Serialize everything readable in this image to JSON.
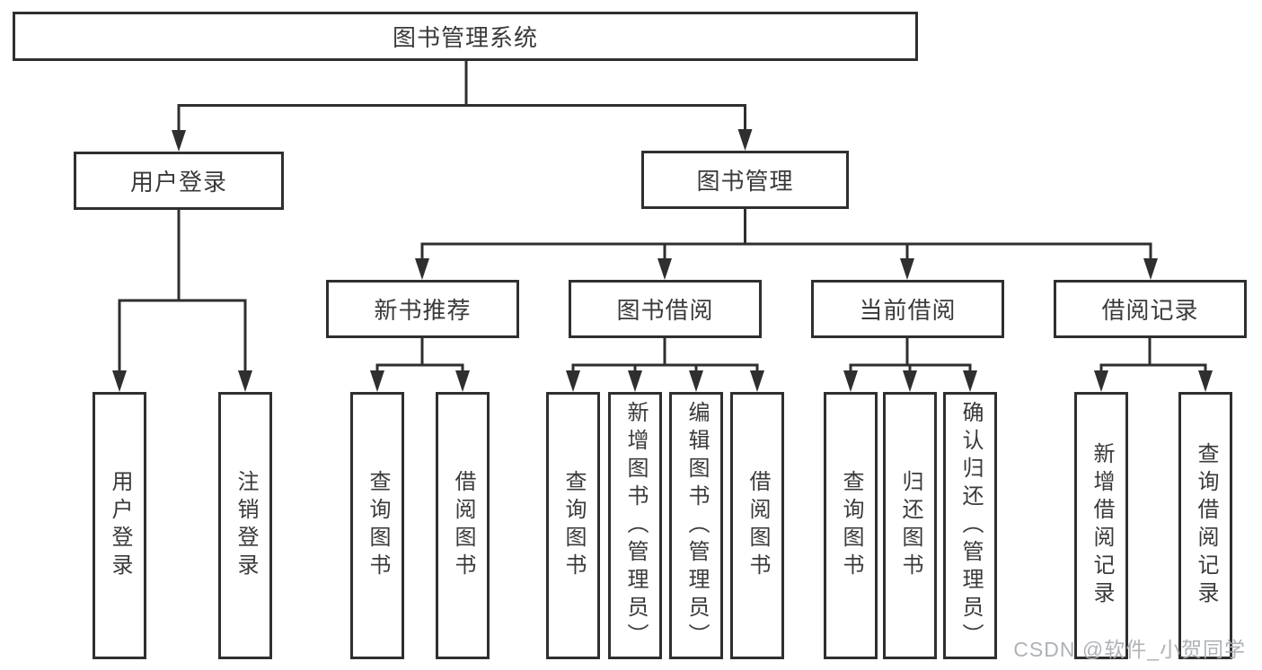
{
  "root": {
    "label": "图书管理系统"
  },
  "user_login": {
    "label": "用户登录",
    "children": [
      {
        "label": "用户登录"
      },
      {
        "label": "注销登录"
      }
    ]
  },
  "book_management": {
    "label": "图书管理",
    "sections": [
      {
        "label": "新书推荐",
        "children": [
          {
            "label": "查询图书"
          },
          {
            "label": "借阅图书"
          }
        ]
      },
      {
        "label": "图书借阅",
        "children": [
          {
            "label": "查询图书"
          },
          {
            "label": "新增图书（管理员）"
          },
          {
            "label": "编辑图书（管理员）"
          },
          {
            "label": "借阅图书"
          }
        ]
      },
      {
        "label": "当前借阅",
        "children": [
          {
            "label": "查询图书"
          },
          {
            "label": "归还图书"
          },
          {
            "label": "确认归还（管理员）"
          }
        ]
      },
      {
        "label": "借阅记录",
        "children": [
          {
            "label": "新增借阅记录"
          },
          {
            "label": "查询借阅记录"
          }
        ]
      }
    ]
  },
  "watermark": "CSDN @软件_小贺同学",
  "colors": {
    "line": "#2f2f2f",
    "text": "#3a3a3a",
    "watermark": "#aaaeb3",
    "background": "#ffffff"
  }
}
